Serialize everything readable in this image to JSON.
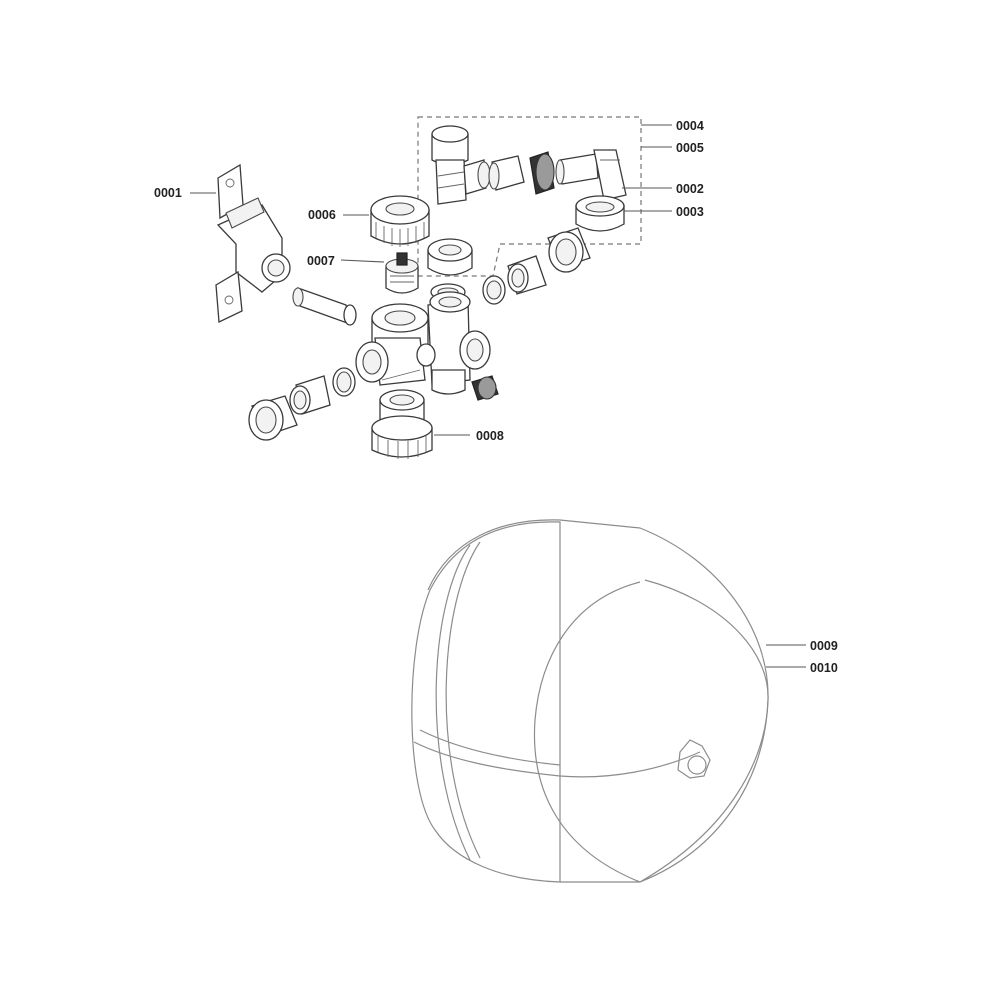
{
  "callouts": {
    "c0001": "0001",
    "c0002": "0002",
    "c0003": "0003",
    "c0004": "0004",
    "c0005": "0005",
    "c0006": "0006",
    "c0007": "0007",
    "c0008": "0008",
    "c0009": "0009",
    "c0010": "0010"
  }
}
